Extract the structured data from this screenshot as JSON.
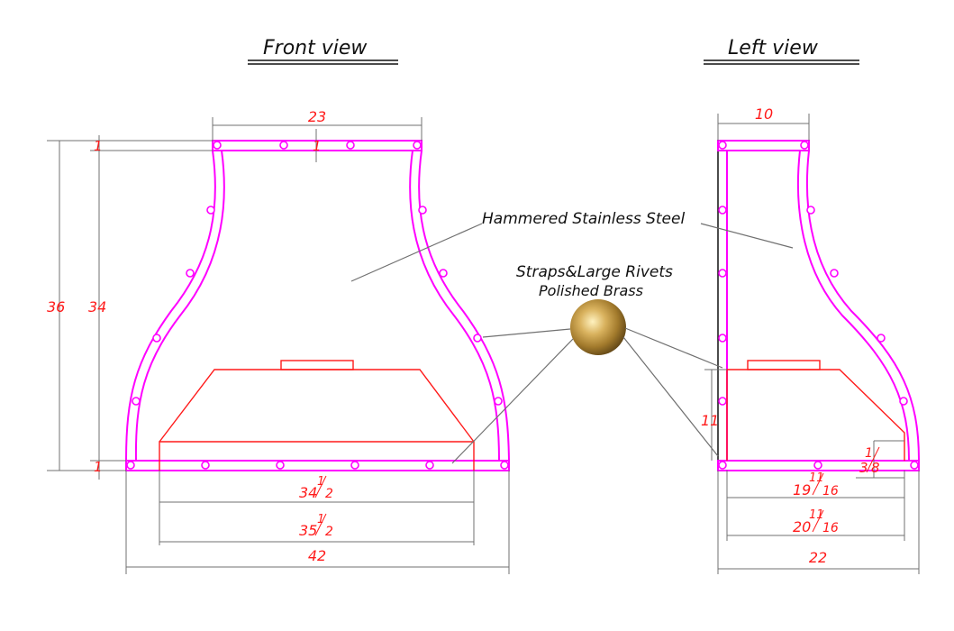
{
  "views": {
    "front_title": "Front view",
    "left_title": "Left view"
  },
  "callouts": {
    "material": "Hammered Stainless Steel",
    "straps_line1": "Straps&Large Rivets",
    "straps_line2": "Polished Brass"
  },
  "dimensions": {
    "front": {
      "top_width": "23",
      "top_strap_left": "1",
      "top_strap_center": "1",
      "bottom_strap": "1",
      "total_height": "36",
      "inner_height": "34",
      "insert_inner_whole": "34",
      "insert_inner_frac_num": "1",
      "insert_inner_frac_den": "2",
      "insert_outer_whole": "35",
      "insert_outer_frac_num": "1",
      "insert_outer_frac_den": "2",
      "bottom_width": "42"
    },
    "left": {
      "top_depth": "10",
      "insert_height": "11",
      "frac_num": "1",
      "frac_den": "8",
      "frac_whole": "3",
      "insert_inner_whole": "19",
      "insert_inner_frac_num": "11",
      "insert_inner_frac_den": "16",
      "insert_outer_whole": "20",
      "insert_outer_frac_num": "11",
      "insert_outer_frac_den": "16",
      "bottom_depth": "22"
    }
  },
  "colors": {
    "strap": "#ff00ff",
    "insert": "#ff1a1a",
    "dimension_text": "#ff1a1a",
    "brass": "#c9a24a"
  },
  "icons": {
    "brass_swatch": "brass-sample-icon"
  }
}
